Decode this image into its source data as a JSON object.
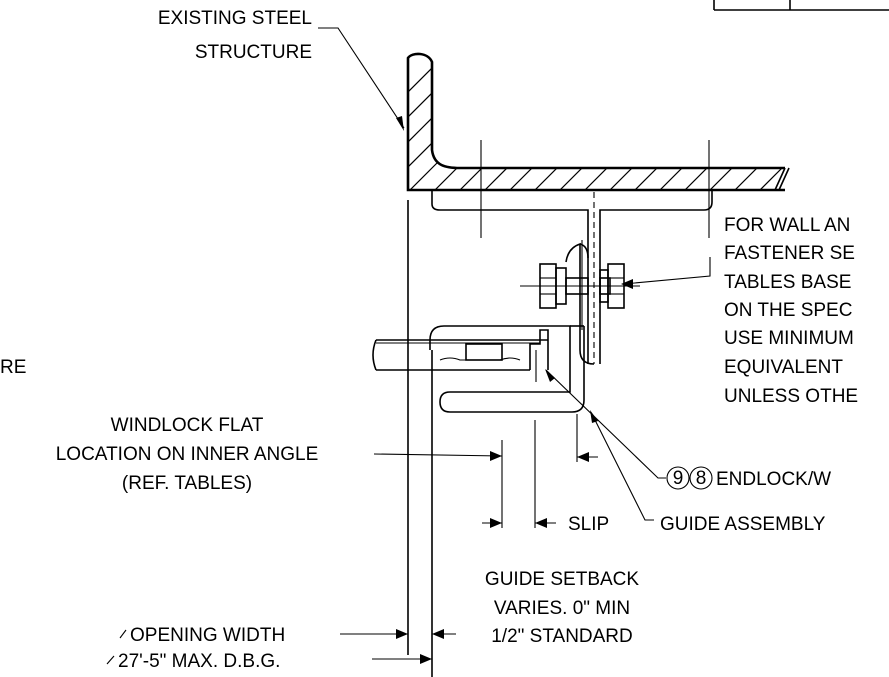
{
  "labels": {
    "existing_steel_1": "EXISTING STEEL",
    "existing_steel_2": "STRUCTURE",
    "note_1": "FOR WALL AN",
    "note_2": "FASTENER SE",
    "note_3": "TABLES BASE",
    "note_4": "ON THE SPEC",
    "note_5": "USE MINIMUM",
    "note_6": "EQUIVALENT",
    "note_7": "UNLESS OTHE",
    "left_cut": "RE",
    "windlock_1": "WINDLOCK FLAT",
    "windlock_2": "LOCATION ON INNER ANGLE",
    "windlock_3": "(REF. TABLES)",
    "balloon_9": "9",
    "balloon_8": "8",
    "endlock": "ENDLOCK/W",
    "slip": "SLIP",
    "guide_assembly": "GUIDE ASSEMBLY",
    "guide_setback_1": "GUIDE SETBACK",
    "guide_setback_2": "VARIES. 0\" MIN",
    "guide_setback_3": "1/2\" STANDARD",
    "opening_width": "OPENING WIDTH",
    "max_dbg": "27'-5\" MAX. D.B.G."
  }
}
